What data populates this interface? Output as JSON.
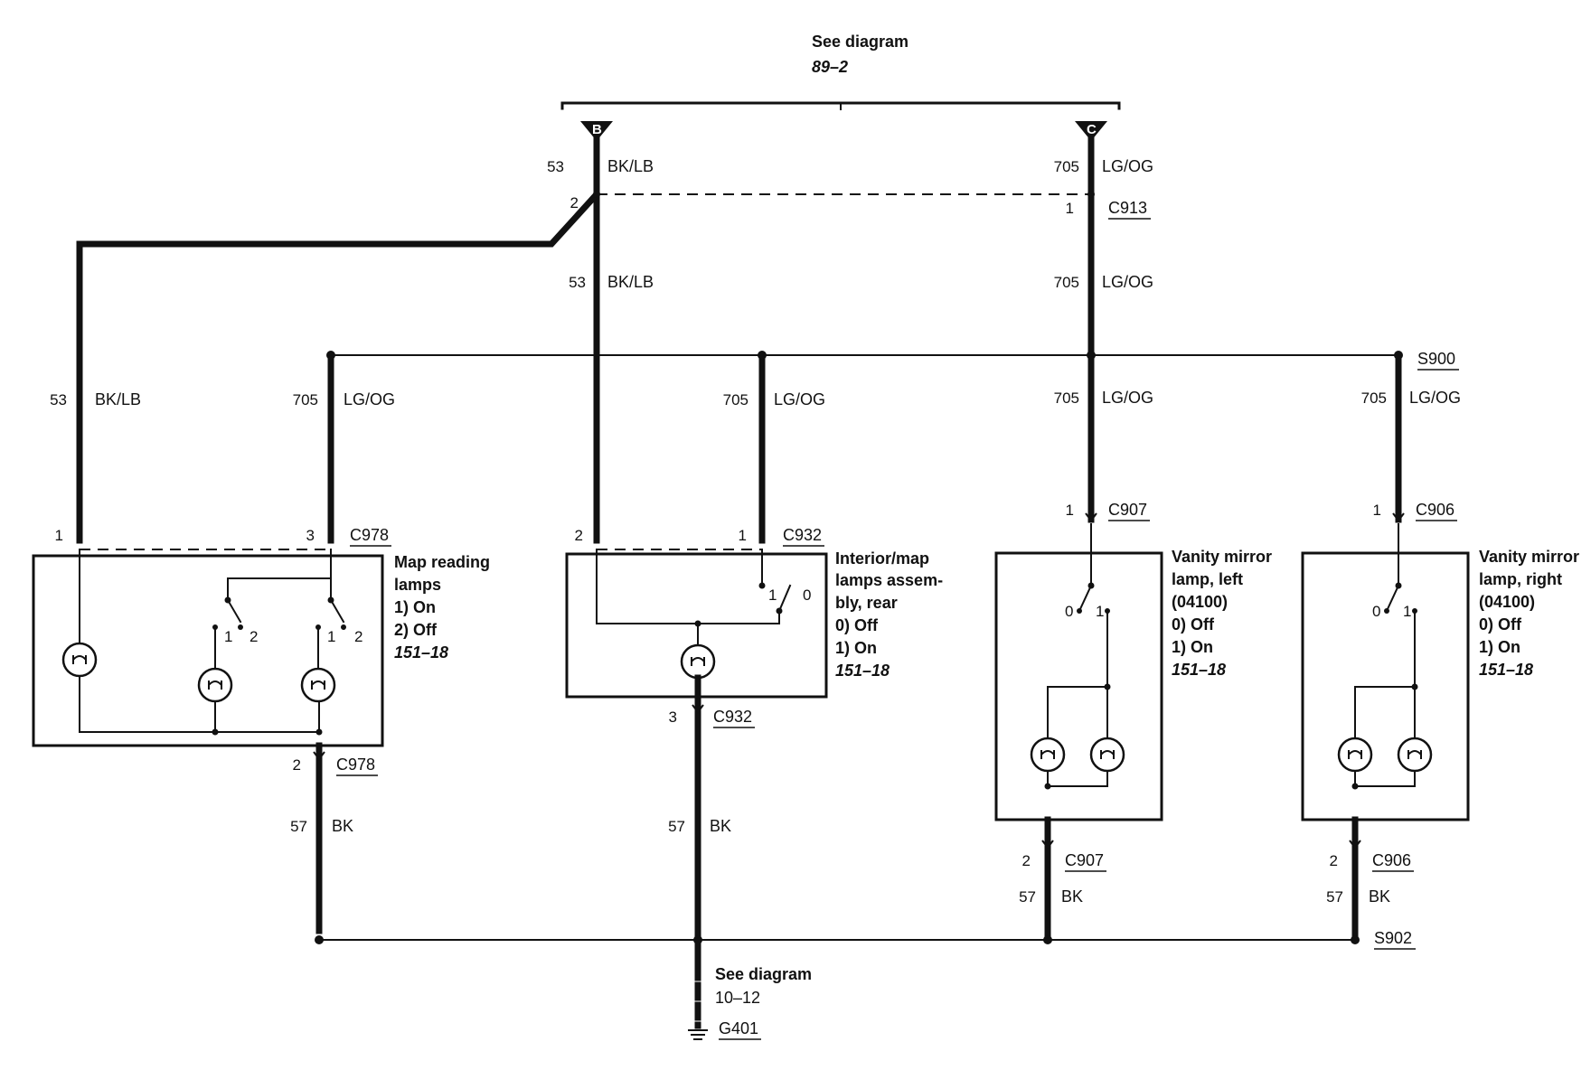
{
  "header": {
    "see_label": "See diagram",
    "see_ref": "89–2",
    "tag_b": "B",
    "tag_c": "C"
  },
  "top_left": {
    "circuit_top": "53",
    "color_top": "BK/LB",
    "splice_pin": "2",
    "circuit_mid": "53",
    "color_mid": "BK/LB"
  },
  "top_right": {
    "circuit_top": "705",
    "color_top": "LG/OG",
    "pin": "1",
    "connector": "C913",
    "circuit_mid": "705",
    "color_mid": "LG/OG"
  },
  "splice_s900": "S900",
  "map_lamps": {
    "wire1_circuit": "53",
    "wire1_color": "BK/LB",
    "wire2_circuit": "705",
    "wire2_color": "LG/OG",
    "pin1": "1",
    "pin3": "3",
    "connector": "C978",
    "title1": "Map reading",
    "title2": "lamps",
    "opt1": "1)   On",
    "opt2": "2)   Off",
    "ref": "151–18",
    "sw1_a": "1",
    "sw1_b": "2",
    "sw2_a": "1",
    "sw2_b": "2",
    "gnd_pin": "2",
    "gnd_connector": "C978",
    "gnd_circuit": "57",
    "gnd_color": "BK"
  },
  "interior": {
    "wire_circuit": "705",
    "wire_color": "LG/OG",
    "pin2": "2",
    "pin1": "1",
    "connector": "C932",
    "title1": "Interior/map",
    "title2": "lamps assem-",
    "title3": "bly, rear",
    "opt0": "0)   Off",
    "opt1": "1)   On",
    "ref": "151–18",
    "sw_1": "1",
    "sw_0": "0",
    "gnd_pin": "3",
    "gnd_connector": "C932",
    "gnd_circuit": "57",
    "gnd_color": "BK"
  },
  "vanity_left": {
    "wire_circuit": "705",
    "wire_color": "LG/OG",
    "pin": "1",
    "connector": "C907",
    "title1": "Vanity mirror",
    "title2": "lamp, left",
    "title3": "(04100)",
    "opt0": "0)   Off",
    "opt1": "1)   On",
    "ref": "151–18",
    "sw_0": "0",
    "sw_1": "1",
    "gnd_pin": "2",
    "gnd_connector": "C907",
    "gnd_circuit": "57",
    "gnd_color": "BK"
  },
  "vanity_right": {
    "wire_circuit": "705",
    "wire_color": "LG/OG",
    "pin": "1",
    "connector": "C906",
    "title1": "Vanity mirror",
    "title2": "lamp, right",
    "title3": "(04100)",
    "opt0": "0)   Off",
    "opt1": "1)   On",
    "ref": "151–18",
    "sw_0": "0",
    "sw_1": "1",
    "gnd_pin": "2",
    "gnd_connector": "C906",
    "gnd_circuit": "57",
    "gnd_color": "BK"
  },
  "splice_s902": "S902",
  "ground": {
    "see_label": "See diagram",
    "see_ref": "10–12",
    "id": "G401"
  }
}
